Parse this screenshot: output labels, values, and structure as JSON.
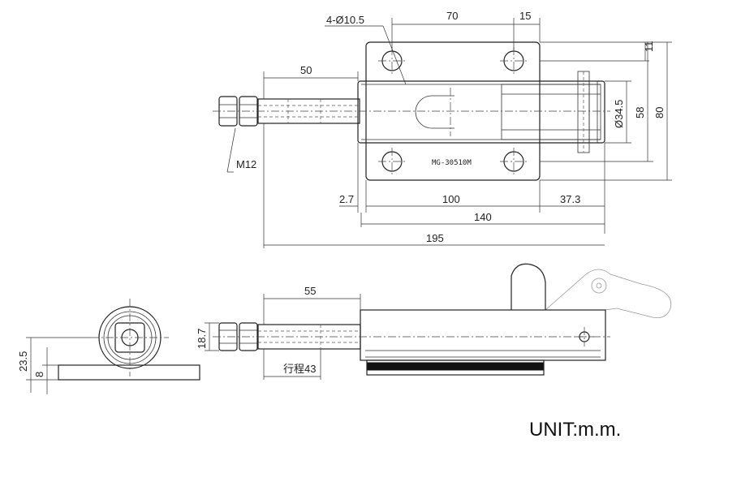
{
  "dimensions": {
    "hole_spec": "4-Ø10.5",
    "d70": "70",
    "d15": "15",
    "d50": "50",
    "d11": "11",
    "d34_5": "Ø34.5",
    "d58": "58",
    "d80": "80",
    "thread": "M12",
    "d2_7": "2.7",
    "d100": "100",
    "d37_3": "37.3",
    "d140": "140",
    "d195": "195",
    "d55": "55",
    "d18_7": "18.7",
    "stroke": "行程43",
    "d23_5": "23.5",
    "d8": "8"
  },
  "part_number": "MG-30510M",
  "unit_label": "UNIT:m.m."
}
